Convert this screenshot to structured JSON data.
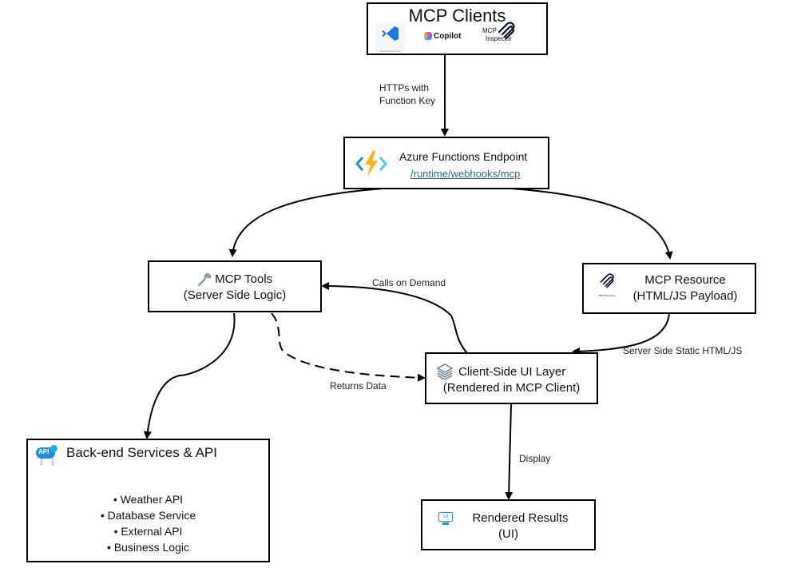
{
  "diagram": {
    "clients": {
      "title": "MCP Clients",
      "items": [
        {
          "icon": "vscode-icon",
          "label": "Visual Studio Code"
        },
        {
          "icon": "copilot-icon",
          "label": "Copilot"
        },
        {
          "icon": "mcp-inspector-icon",
          "label_top": "MCP",
          "label_bottom": "Inspector"
        }
      ]
    },
    "edge_clients_to_endpoint": {
      "line1": "HTTPs with",
      "line2": "Function Key"
    },
    "endpoint": {
      "icon": "azure-functions-icon",
      "title": "Azure Functions Endpoint",
      "path": "/runtime/webhooks/mcp"
    },
    "tools": {
      "icon": "wrench-icon",
      "title": "MCP Tools",
      "subtitle": "(Server Side Logic)"
    },
    "resource": {
      "icon": "mcp-resource-icon",
      "icon_caption": "MCP Resource",
      "title": "MCP Resource",
      "subtitle": "(HTML/JS Payload)"
    },
    "client_ui": {
      "icon": "layers-icon",
      "title": "Client-Side UI Layer",
      "subtitle": "(Rendered in MCP Client)"
    },
    "backend": {
      "icon": "api-cloud-icon",
      "title": "Back-end Services & API",
      "items": [
        "Weather API",
        "Database Service",
        "External API",
        "Business Logic"
      ]
    },
    "results": {
      "icon": "monitor-ui-icon",
      "icon_text": "UI",
      "title": "Rendered Results",
      "subtitle": "(UI)"
    },
    "edges": {
      "calls_on_demand": "Calls on Demand",
      "returns_data": "Returns Data",
      "server_side_static": "Server Side Static  HTML/JS",
      "display": "Display"
    },
    "colors": {
      "azure_blue": "#1e90d8",
      "azure_bolt": "#f8b418",
      "link": "#2f6a8c",
      "icon_gray": "#8a9bb0"
    }
  }
}
